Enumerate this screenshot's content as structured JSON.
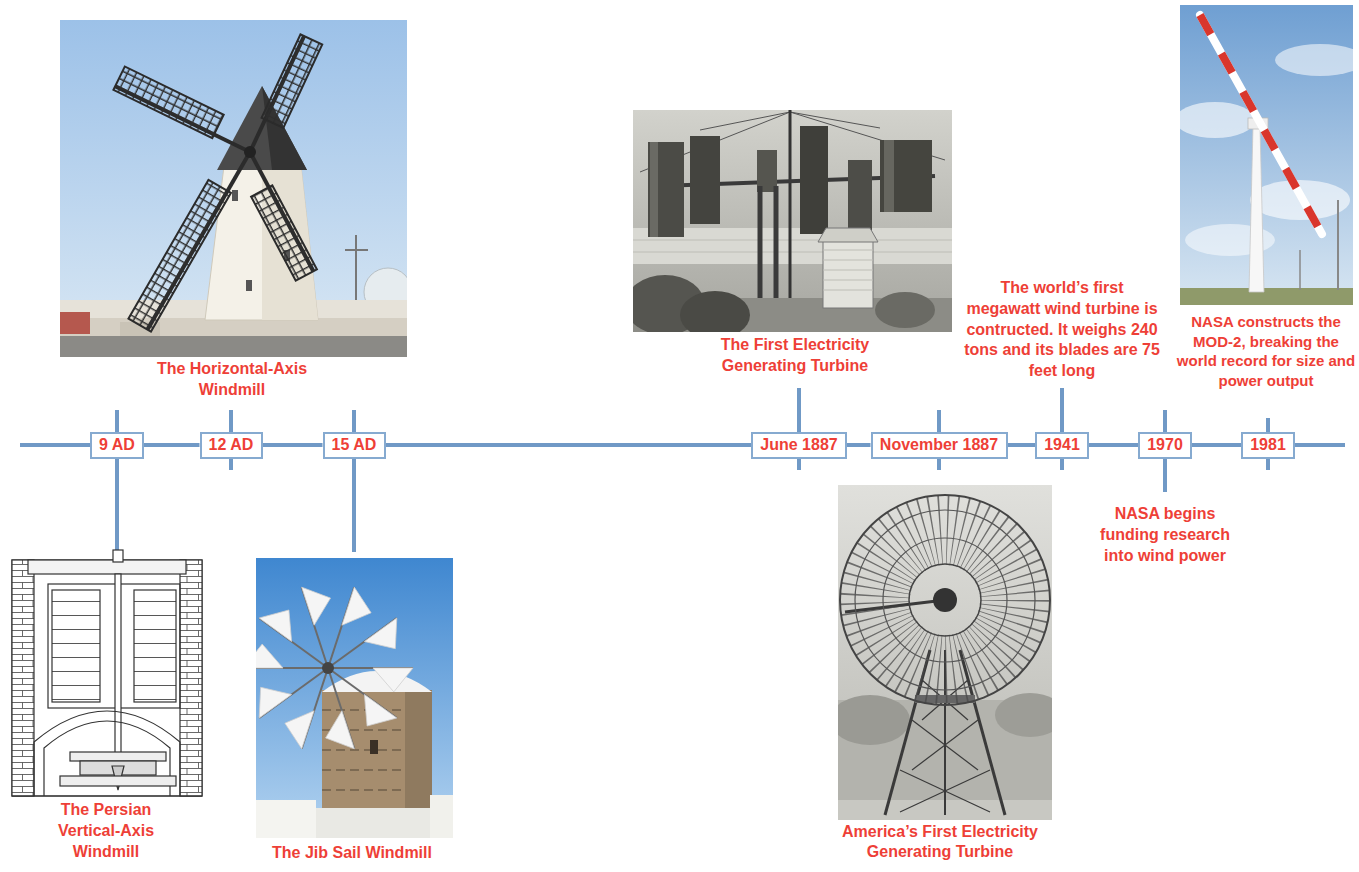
{
  "diagram": {
    "nodes": [
      {
        "text": [
          "9 AD"
        ]
      },
      {
        "text": [
          "12 AD"
        ]
      },
      {
        "text": [
          "15 AD"
        ]
      },
      {
        "text": [
          "June 1887"
        ]
      },
      {
        "text": [
          "November 1887"
        ]
      },
      {
        "text": [
          "1941"
        ]
      },
      {
        "text": [
          "1970"
        ]
      },
      {
        "text": [
          "1981"
        ]
      }
    ],
    "edges": [
      {
        "from": 0,
        "to": 1,
        "arrow": "none"
      },
      {
        "from": 1,
        "to": 2,
        "arrow": "none"
      },
      {
        "from": 2,
        "to": 3,
        "arrow": "none"
      },
      {
        "from": 3,
        "to": 4,
        "arrow": "none"
      },
      {
        "from": 4,
        "to": 5,
        "arrow": "none"
      },
      {
        "from": 5,
        "to": 6,
        "arrow": "none"
      },
      {
        "from": 6,
        "to": 7,
        "arrow": "none"
      }
    ],
    "labels": [
      "The Horizontal-Axis Windmill",
      "The First Electricity Generating Turbine",
      "The world’s first megawatt wind turbine is contructed. It weighs 240 tons and its blades are 75 feet long",
      "NASA constructs the MOD-2, breaking the world record for size and power output",
      "The Persian Vertical-Axis Windmill",
      "The Jib Sail Windmill",
      "America’s First Electricity Generating Turbine",
      "NASA begins funding research into wind power"
    ]
  }
}
